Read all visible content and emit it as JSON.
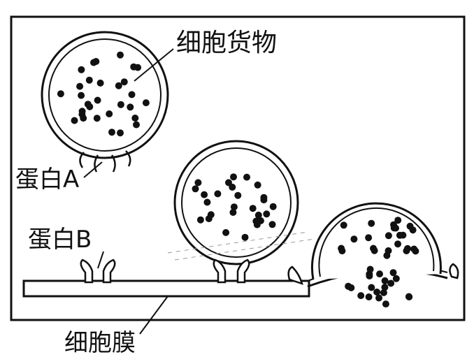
{
  "labels": {
    "cargo": "细胞货物",
    "protein_a": "蛋白A",
    "protein_b": "蛋白B",
    "membrane": "细胞膜"
  },
  "colors": {
    "ink": "#111111",
    "background": "#ffffff"
  }
}
